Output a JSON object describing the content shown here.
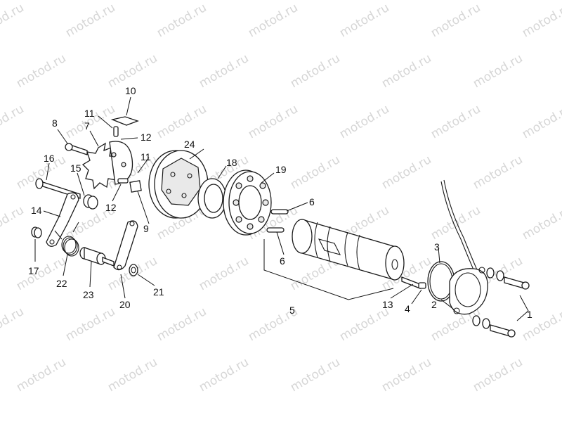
{
  "watermark": "motod.ru",
  "callouts": [
    {
      "id": "1",
      "label": "1"
    },
    {
      "id": "2",
      "label": "2"
    },
    {
      "id": "3",
      "label": "3"
    },
    {
      "id": "4",
      "label": "4"
    },
    {
      "id": "5",
      "label": "5"
    },
    {
      "id": "6a",
      "label": "6"
    },
    {
      "id": "6b",
      "label": "6"
    },
    {
      "id": "7",
      "label": "7"
    },
    {
      "id": "8",
      "label": "8"
    },
    {
      "id": "9",
      "label": "9"
    },
    {
      "id": "10",
      "label": "10"
    },
    {
      "id": "11a",
      "label": "11"
    },
    {
      "id": "11b",
      "label": "11"
    },
    {
      "id": "12a",
      "label": "12"
    },
    {
      "id": "12b",
      "label": "12"
    },
    {
      "id": "13",
      "label": "13"
    },
    {
      "id": "14",
      "label": "14"
    },
    {
      "id": "15",
      "label": "15"
    },
    {
      "id": "16",
      "label": "16"
    },
    {
      "id": "17",
      "label": "17"
    },
    {
      "id": "18",
      "label": "18"
    },
    {
      "id": "19",
      "label": "19"
    },
    {
      "id": "20",
      "label": "20"
    },
    {
      "id": "21",
      "label": "21"
    },
    {
      "id": "22",
      "label": "22"
    },
    {
      "id": "23",
      "label": "23"
    },
    {
      "id": "24",
      "label": "24"
    }
  ]
}
